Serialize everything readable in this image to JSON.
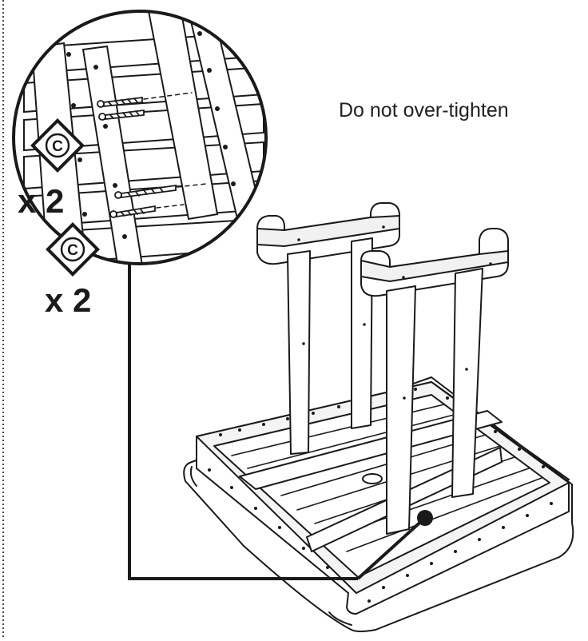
{
  "instruction": {
    "note": "Do not over-tighten"
  },
  "parts": {
    "part_letter": "C",
    "upper_quantity": "x 2",
    "lower_quantity": "x 2"
  },
  "colors": {
    "line": "#1a1a1a",
    "fill": "#ffffff",
    "shade": "#e6e6e6"
  }
}
